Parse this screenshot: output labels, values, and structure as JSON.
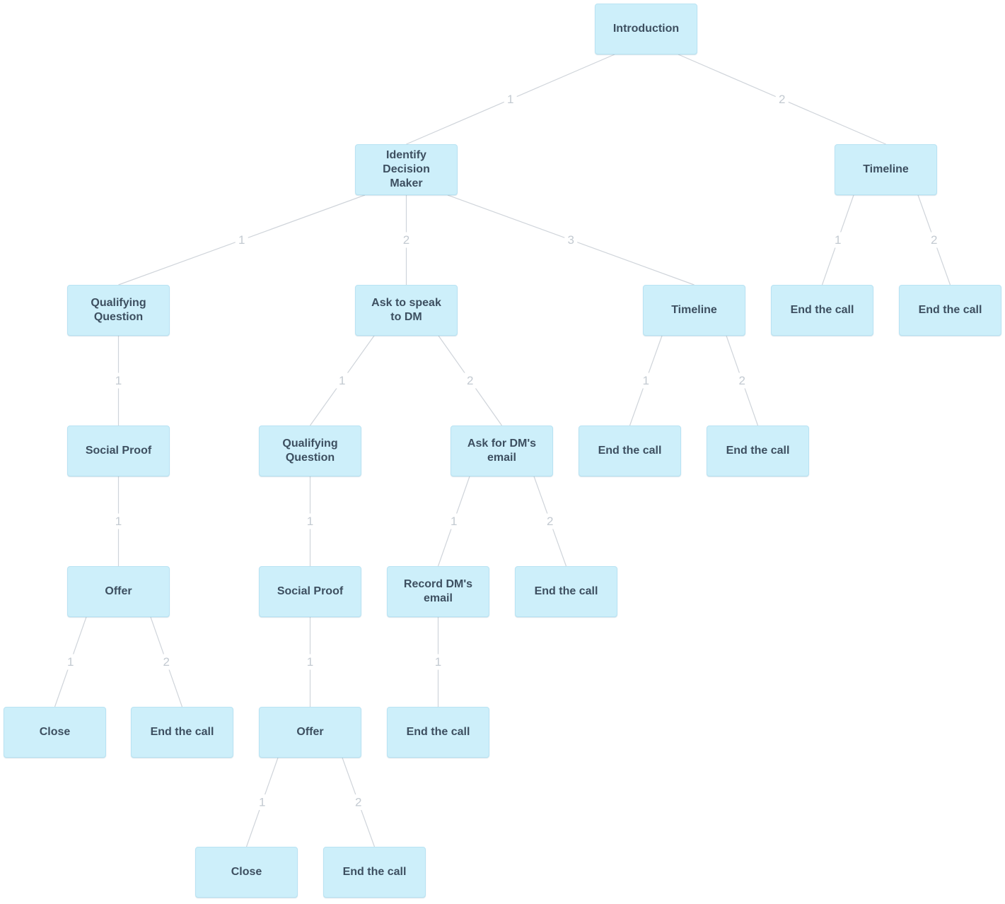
{
  "diagram": {
    "nodes": [
      {
        "id": "intro",
        "label": "Introduction"
      },
      {
        "id": "idm",
        "label": "Identify Decision Maker"
      },
      {
        "id": "timeline_a",
        "label": "Timeline"
      },
      {
        "id": "qq1",
        "label": "Qualifying Question"
      },
      {
        "id": "ask_dm",
        "label": "Ask to speak to DM"
      },
      {
        "id": "timeline_b",
        "label": "Timeline"
      },
      {
        "id": "end_a1",
        "label": "End the call"
      },
      {
        "id": "end_a2",
        "label": "End the call"
      },
      {
        "id": "sp1",
        "label": "Social Proof"
      },
      {
        "id": "qq2",
        "label": "Qualifying Question"
      },
      {
        "id": "ask_email",
        "label": "Ask for DM's email"
      },
      {
        "id": "end_b1",
        "label": "End the call"
      },
      {
        "id": "end_b2",
        "label": "End the call"
      },
      {
        "id": "offer1",
        "label": "Offer"
      },
      {
        "id": "sp2",
        "label": "Social Proof"
      },
      {
        "id": "record_email",
        "label": "Record DM's email"
      },
      {
        "id": "end_c1",
        "label": "End the call"
      },
      {
        "id": "close1",
        "label": "Close"
      },
      {
        "id": "end_d1",
        "label": "End the call"
      },
      {
        "id": "offer2",
        "label": "Offer"
      },
      {
        "id": "end_d2",
        "label": "End the call"
      },
      {
        "id": "close2",
        "label": "Close"
      },
      {
        "id": "end_e1",
        "label": "End the call"
      }
    ],
    "edges": [
      {
        "from": "intro",
        "to": "idm",
        "label": "1"
      },
      {
        "from": "intro",
        "to": "timeline_a",
        "label": "2"
      },
      {
        "from": "idm",
        "to": "qq1",
        "label": "1"
      },
      {
        "from": "idm",
        "to": "ask_dm",
        "label": "2"
      },
      {
        "from": "idm",
        "to": "timeline_b",
        "label": "3"
      },
      {
        "from": "timeline_a",
        "to": "end_a1",
        "label": "1"
      },
      {
        "from": "timeline_a",
        "to": "end_a2",
        "label": "2"
      },
      {
        "from": "qq1",
        "to": "sp1",
        "label": "1"
      },
      {
        "from": "ask_dm",
        "to": "qq2",
        "label": "1"
      },
      {
        "from": "ask_dm",
        "to": "ask_email",
        "label": "2"
      },
      {
        "from": "timeline_b",
        "to": "end_b1",
        "label": "1"
      },
      {
        "from": "timeline_b",
        "to": "end_b2",
        "label": "2"
      },
      {
        "from": "sp1",
        "to": "offer1",
        "label": "1"
      },
      {
        "from": "qq2",
        "to": "sp2",
        "label": "1"
      },
      {
        "from": "ask_email",
        "to": "record_email",
        "label": "1"
      },
      {
        "from": "ask_email",
        "to": "end_c1",
        "label": "2"
      },
      {
        "from": "offer1",
        "to": "close1",
        "label": "1"
      },
      {
        "from": "offer1",
        "to": "end_d1",
        "label": "2"
      },
      {
        "from": "sp2",
        "to": "offer2",
        "label": "1"
      },
      {
        "from": "record_email",
        "to": "end_d2",
        "label": "1"
      },
      {
        "from": "offer2",
        "to": "close2",
        "label": "1"
      },
      {
        "from": "offer2",
        "to": "end_e1",
        "label": "2"
      }
    ]
  }
}
